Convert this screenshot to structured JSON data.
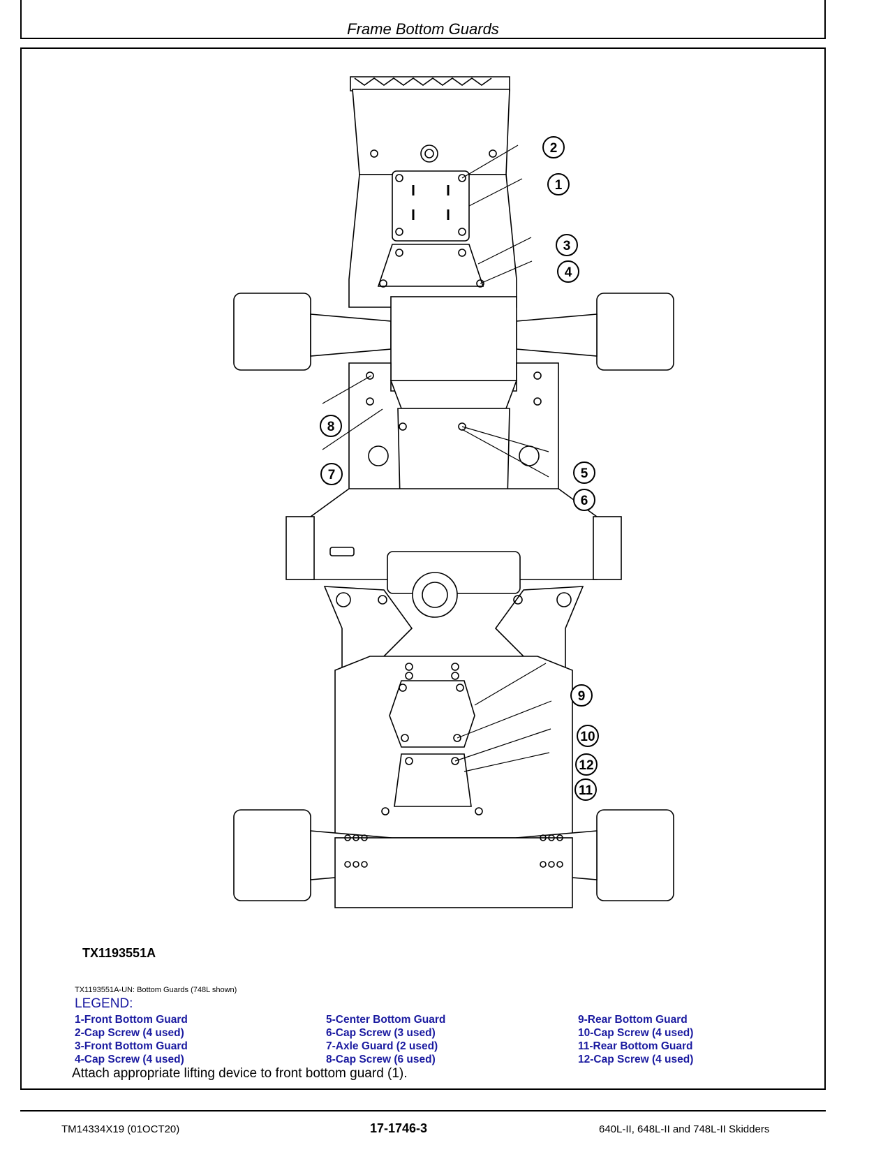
{
  "header": {
    "title": "Frame Bottom Guards"
  },
  "figure": {
    "id_label": "TX1193551A",
    "caption": "TX1193551A-UN: Bottom Guards (748L shown)",
    "callouts": [
      "1",
      "2",
      "3",
      "4",
      "5",
      "6",
      "7",
      "8",
      "9",
      "10",
      "11",
      "12"
    ]
  },
  "legend": {
    "title": "LEGEND:",
    "col1": [
      "1-Front Bottom Guard",
      "2-Cap Screw (4 used)",
      "3-Front Bottom Guard",
      "4-Cap Screw (4 used)"
    ],
    "col2": [
      "5-Center Bottom Guard",
      "6-Cap Screw (3 used)",
      "7-Axle Guard (2 used)",
      "8-Cap Screw (6 used)"
    ],
    "col3": [
      "9-Rear Bottom Guard",
      "10-Cap Screw (4 used)",
      "11-Rear Bottom Guard",
      "12-Cap Screw (4 used)"
    ]
  },
  "instruction": "Attach appropriate lifting device to front bottom guard (1).",
  "footer": {
    "left": "TM14334X19 (01OCT20)",
    "center": "17-1746-3",
    "right": "640L-II, 648L-II and 748L-II Skidders"
  }
}
